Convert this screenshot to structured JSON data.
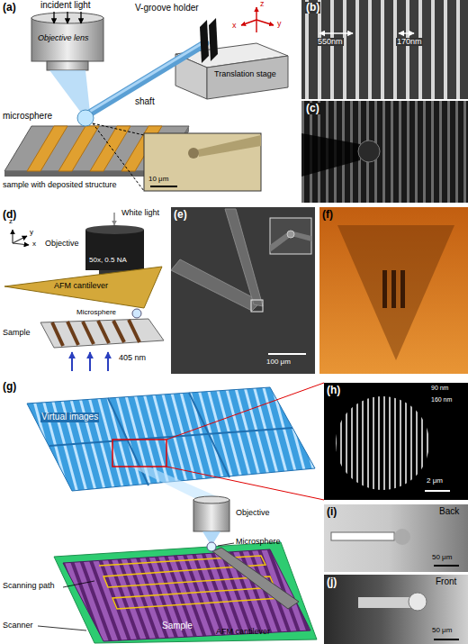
{
  "diagram": {
    "labels": [
      "(a)",
      "incident light",
      "Objective lens",
      "V-groove holder",
      "z",
      "x",
      "y",
      "Translation stage",
      "shaft",
      "microsphere",
      "sample with deposited structure",
      "10 μm",
      "(b)",
      "550nm",
      "170nm",
      "(c)",
      "(d)",
      "White light",
      "z",
      "y",
      "x",
      "Objective",
      "50x, 0.5 NA",
      "AFM cantilever",
      "Microsphere",
      "Sample",
      "405 nm",
      "(e)",
      "100 μm",
      "(f)",
      "(g)",
      "Virtual images",
      "Objective",
      "Microsphere",
      "Scanning path",
      "Scanner",
      "Sample",
      "AFM cantilever",
      "(h)",
      "90 nm",
      "160 nm",
      "2 μm",
      "(i)",
      "Back",
      "50 μm",
      "(j)",
      "Front",
      "50 μm"
    ]
  }
}
